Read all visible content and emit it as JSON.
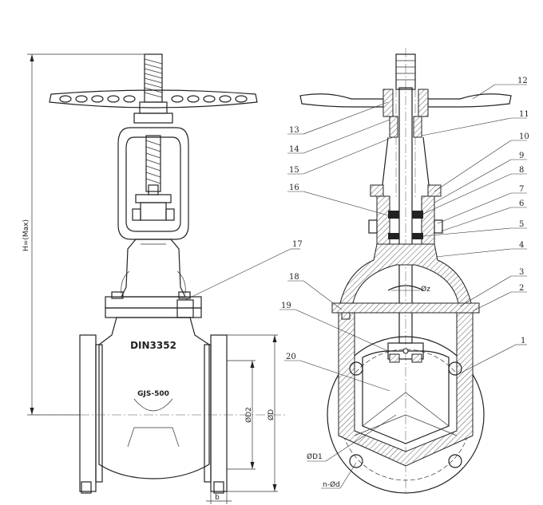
{
  "front_view": {
    "body_marking": "DIN3352",
    "material_marking": "GJS-500"
  },
  "dimensions": {
    "height": "H=(Max)",
    "d2": "ØD2",
    "d": "ØD",
    "b": "b",
    "d1": "ØD1",
    "bolt_holes": "n-Ød",
    "z": "Øz"
  },
  "callouts": [
    "1",
    "2",
    "3",
    "4",
    "5",
    "6",
    "7",
    "8",
    "9",
    "10",
    "11",
    "12",
    "13",
    "14",
    "15",
    "16",
    "17",
    "18",
    "19",
    "20"
  ]
}
